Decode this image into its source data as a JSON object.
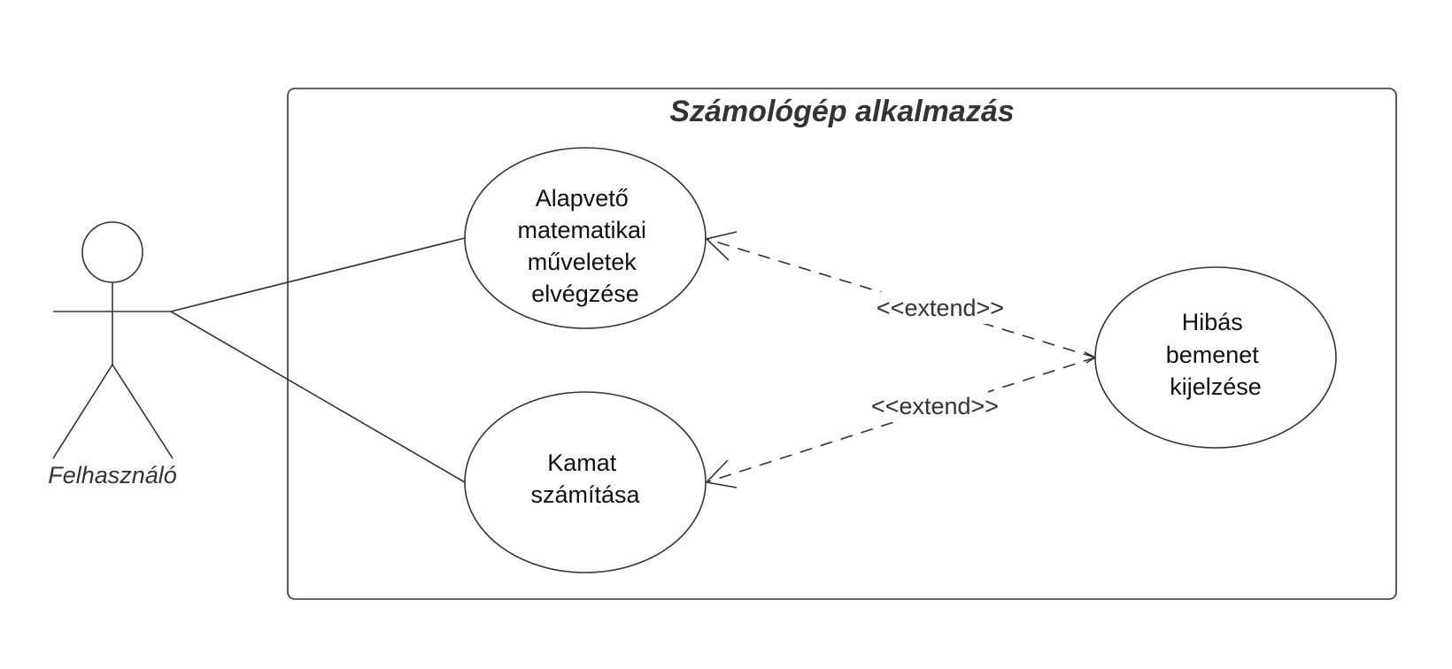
{
  "system": {
    "title": "Számológép alkalmazás"
  },
  "actor": {
    "name": "Felhasználó"
  },
  "use_cases": {
    "basic_math": {
      "lines": [
        "Alapvető",
        "matematikai",
        "műveletek",
        "elvégzése"
      ]
    },
    "interest": {
      "lines": [
        "Kamat",
        "számítása"
      ]
    },
    "invalid_input": {
      "lines": [
        "Hibás",
        "bemenet",
        "kijelzése"
      ]
    }
  },
  "relationships": {
    "extend_upper": {
      "label": "<<extend>>"
    },
    "extend_lower": {
      "label": "<<extend>>"
    }
  },
  "colors": {
    "stroke": "#333333",
    "text": "#111111",
    "background": "#ffffff"
  }
}
